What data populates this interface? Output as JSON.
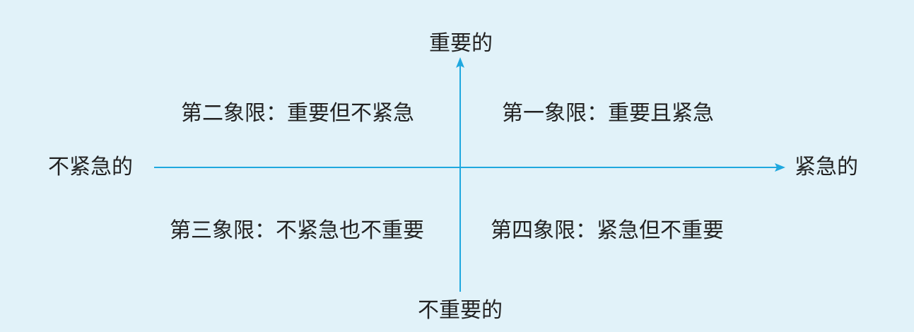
{
  "colors": {
    "background": "#e1f2f9",
    "axis": "#1fa8df",
    "text": "#222222"
  },
  "axes": {
    "top_label": "重要的",
    "bottom_label": "不重要的",
    "left_label": "不紧急的",
    "right_label": "紧急的"
  },
  "quadrants": {
    "q1": "第一象限：重要且紧急",
    "q2": "第二象限：重要但不紧急",
    "q3": "第三象限：不紧急也不重要",
    "q4": "第四象限：紧急但不重要"
  }
}
